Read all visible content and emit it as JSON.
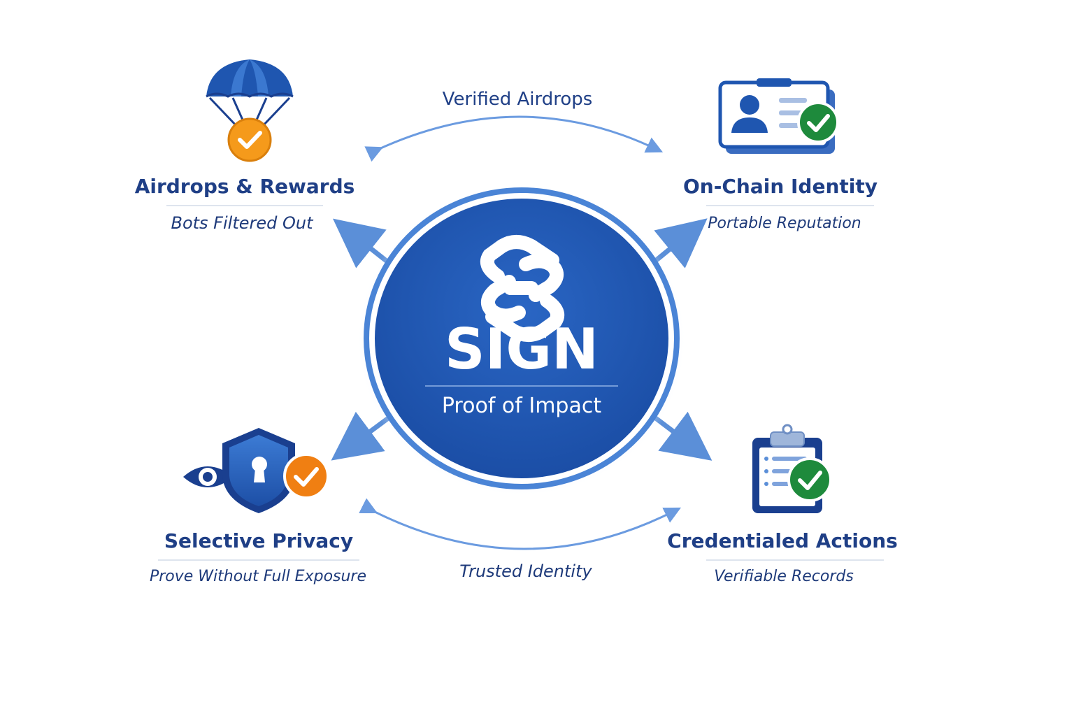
{
  "center": {
    "title": "SIGN",
    "subtitle": "Proof of Impact",
    "logo_icon": "interlocking-link-icon"
  },
  "nodes": [
    {
      "id": "airdrops",
      "title": "Airdrops & Rewards",
      "subtitle": "Bots Filtered Out",
      "icon": "parachute-check-icon"
    },
    {
      "id": "identity",
      "title": "On-Chain Identity",
      "subtitle": "Portable Reputation",
      "icon": "id-card-check-icon"
    },
    {
      "id": "privacy",
      "title": "Selective Privacy",
      "subtitle": "Prove Without Full Exposure",
      "icon": "eye-shield-lock-icon"
    },
    {
      "id": "credentials",
      "title": "Credentialed Actions",
      "subtitle": "Verifiable Records",
      "icon": "clipboard-check-icon"
    }
  ],
  "links": {
    "top": "Verified Airdrops",
    "bottom": "Trusted Identity"
  },
  "colors": {
    "primary": "#1f56b0",
    "primary_dark": "#1a3f8f",
    "arrow": "#5b8fd8",
    "text": "#1f3f86",
    "orange": "#f59a1b",
    "green": "#1e8a3c"
  }
}
